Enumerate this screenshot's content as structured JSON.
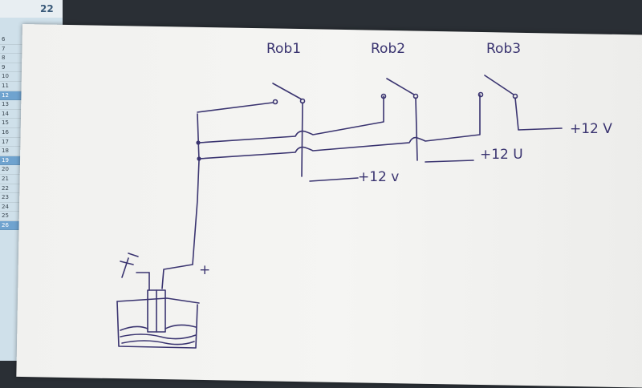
{
  "calendar": {
    "day": "22",
    "rows": [
      "6",
      "7",
      "8",
      "9",
      "10",
      "11",
      "12",
      "13",
      "14",
      "15",
      "16",
      "17",
      "18",
      "19",
      "20",
      "21",
      "22",
      "23",
      "24",
      "25",
      "26"
    ]
  },
  "sketch": {
    "relays": [
      {
        "label": "Rob1"
      },
      {
        "label": "Rob2"
      },
      {
        "label": "Rob3"
      }
    ],
    "supply_labels": [
      "+12 V",
      "+12 U",
      "+12 v"
    ],
    "sensor_plus": "+"
  },
  "colors": {
    "ink": "#3a3470",
    "paper": "#f3f3f1",
    "background": "#2a2f35"
  }
}
